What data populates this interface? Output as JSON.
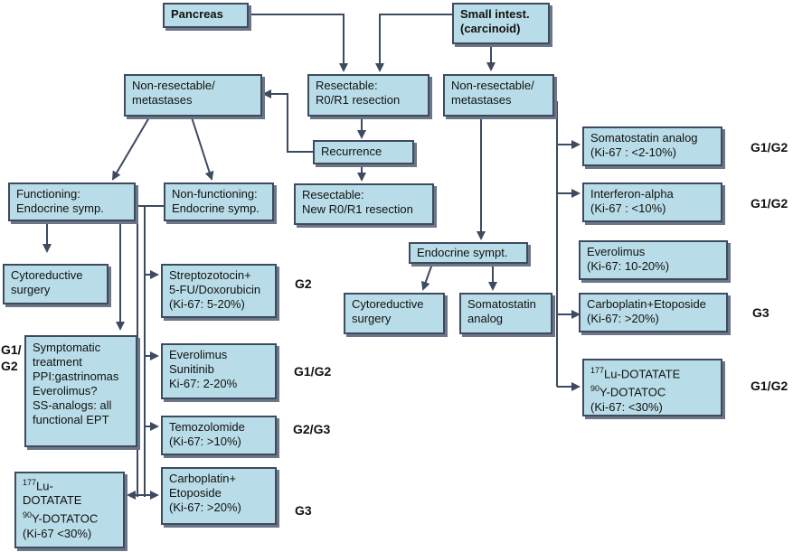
{
  "boxes": {
    "pancreas": [
      "Pancreas"
    ],
    "small_intest": [
      "Small intest.",
      "(carcinoid)"
    ],
    "nonres_left": [
      "Non-resectable/",
      "metastases"
    ],
    "resectable": [
      "Resectable:",
      "R0/R1 resection"
    ],
    "nonres_right": [
      "Non-resectable/",
      "metastases"
    ],
    "recurrence": [
      "Recurrence"
    ],
    "functioning": [
      "Functioning:",
      "Endocrine symp."
    ],
    "nonfunctioning": [
      "Non-functioning:",
      "Endocrine symp."
    ],
    "resectable_new": [
      "Resectable:",
      "New R0/R1 resection"
    ],
    "cytoreductive_left": [
      "Cytoreductive",
      "surgery"
    ],
    "streptozotocin": [
      "Streptozotocin+",
      "5-FU/Doxorubicin",
      "(Ki-67: 5-20%)"
    ],
    "symptomatic": [
      "Symptomatic",
      "treatment",
      "PPI:gastrinomas",
      "Everolimus?",
      "SS-analogs: all",
      "functional EPT"
    ],
    "everolimus_sunitinib": [
      "Everolimus",
      "Sunitinib",
      "Ki-67: 2-20%"
    ],
    "temozolomide": [
      "Temozolomide",
      "(Ki-67: >10%)"
    ],
    "lu_left": [
      "177",
      "Lu-",
      "DOTATATE",
      "90",
      "Y-DOTATOC",
      "(Ki-67 <30%)"
    ],
    "carboplatin_left": [
      "Carboplatin+",
      "Etoposide",
      "(Ki-67: >20%)"
    ],
    "endocrine_sympt": [
      "Endocrine sympt."
    ],
    "cytoreductive_right": [
      "Cytoreductive",
      "surgery"
    ],
    "somatostatin_analog_mid": [
      "Somatostatin",
      "analog"
    ],
    "somatostatin_right": [
      "Somatostatin analog",
      "(Ki-67 : <2-10%)"
    ],
    "interferon": [
      "Interferon-alpha",
      "(Ki-67 : <10%)"
    ],
    "everolimus_right": [
      "Everolimus",
      "(Ki-67: 10-20%)"
    ],
    "carboplatin_right": [
      "Carboplatin+Etoposide",
      "(Ki-67:  >20%)"
    ],
    "lu_right": [
      "177",
      "Lu-DOTATATE",
      "90",
      "Y-DOTATOC",
      "(Ki-67: <30%)"
    ]
  },
  "grades": {
    "somatostatin_right": "G1/G2",
    "interferon": "G1/G2",
    "streptozotocin": "G2",
    "carboplatin_right": "G3",
    "symptomatic_a": "G1/",
    "symptomatic_b": "G2",
    "everolimus_sunitinib": "G1/G2",
    "lu_right": "G1/G2",
    "temozolomide": "G2/G3",
    "carboplatin_left": "G3"
  },
  "colors": {
    "box_fill": "#b9dde8",
    "box_border": "#3e4a60",
    "arrow": "#3e4a60"
  }
}
